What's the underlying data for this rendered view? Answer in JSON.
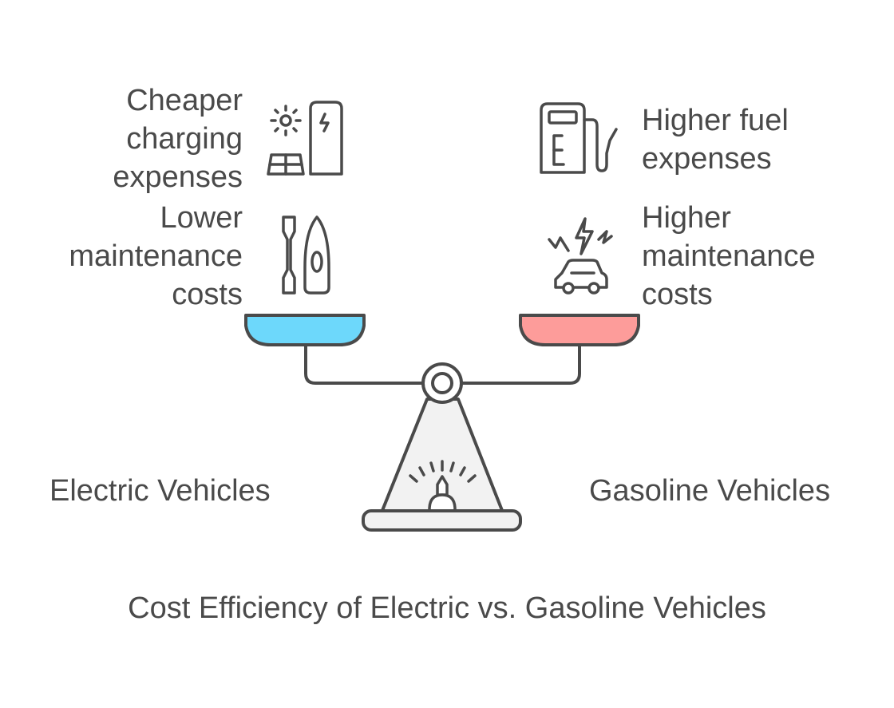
{
  "title": "Cost Efficiency of Electric vs. Gasoline Vehicles",
  "left_side": {
    "label": "Electric Vehicles",
    "pan_color": "#6dd8fb",
    "items": [
      {
        "lines": [
          "Cheaper",
          "charging",
          "expenses"
        ],
        "icon": "solar-charging-station-icon"
      },
      {
        "lines": [
          "Lower",
          "maintenance",
          "costs"
        ],
        "icon": "wrench-and-surfboard-icon"
      }
    ]
  },
  "right_side": {
    "label": "Gasoline Vehicles",
    "pan_color": "#fd9c9a",
    "items": [
      {
        "lines": [
          "Higher fuel",
          "expenses"
        ],
        "icon": "fuel-pump-icon"
      },
      {
        "lines": [
          "Higher",
          "maintenance",
          "costs"
        ],
        "icon": "car-breakdown-icon"
      }
    ]
  },
  "colors": {
    "stroke": "#4a4a4a",
    "base_fill": "#f2f2f2",
    "text": "#4a4a4a"
  }
}
